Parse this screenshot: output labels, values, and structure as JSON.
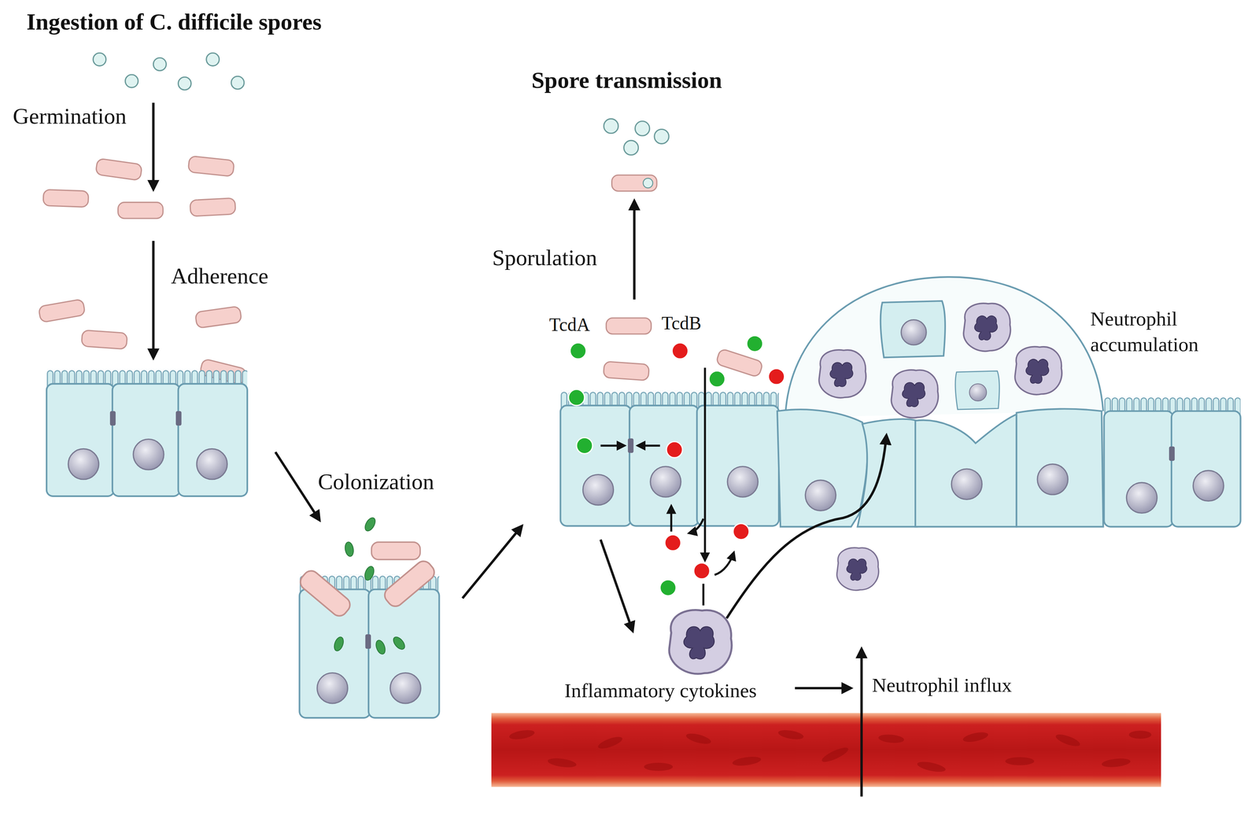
{
  "diagram": {
    "title": "Ingestion of C. difficile spores",
    "labels": [
      "Germination",
      "Adherence",
      "Colonization",
      "Spore transmission",
      "Sporulation",
      "TcdA",
      "TcdB",
      "Neutrophil accumulation",
      "Inflammatory cytokines",
      "Neutrophil influx"
    ]
  }
}
